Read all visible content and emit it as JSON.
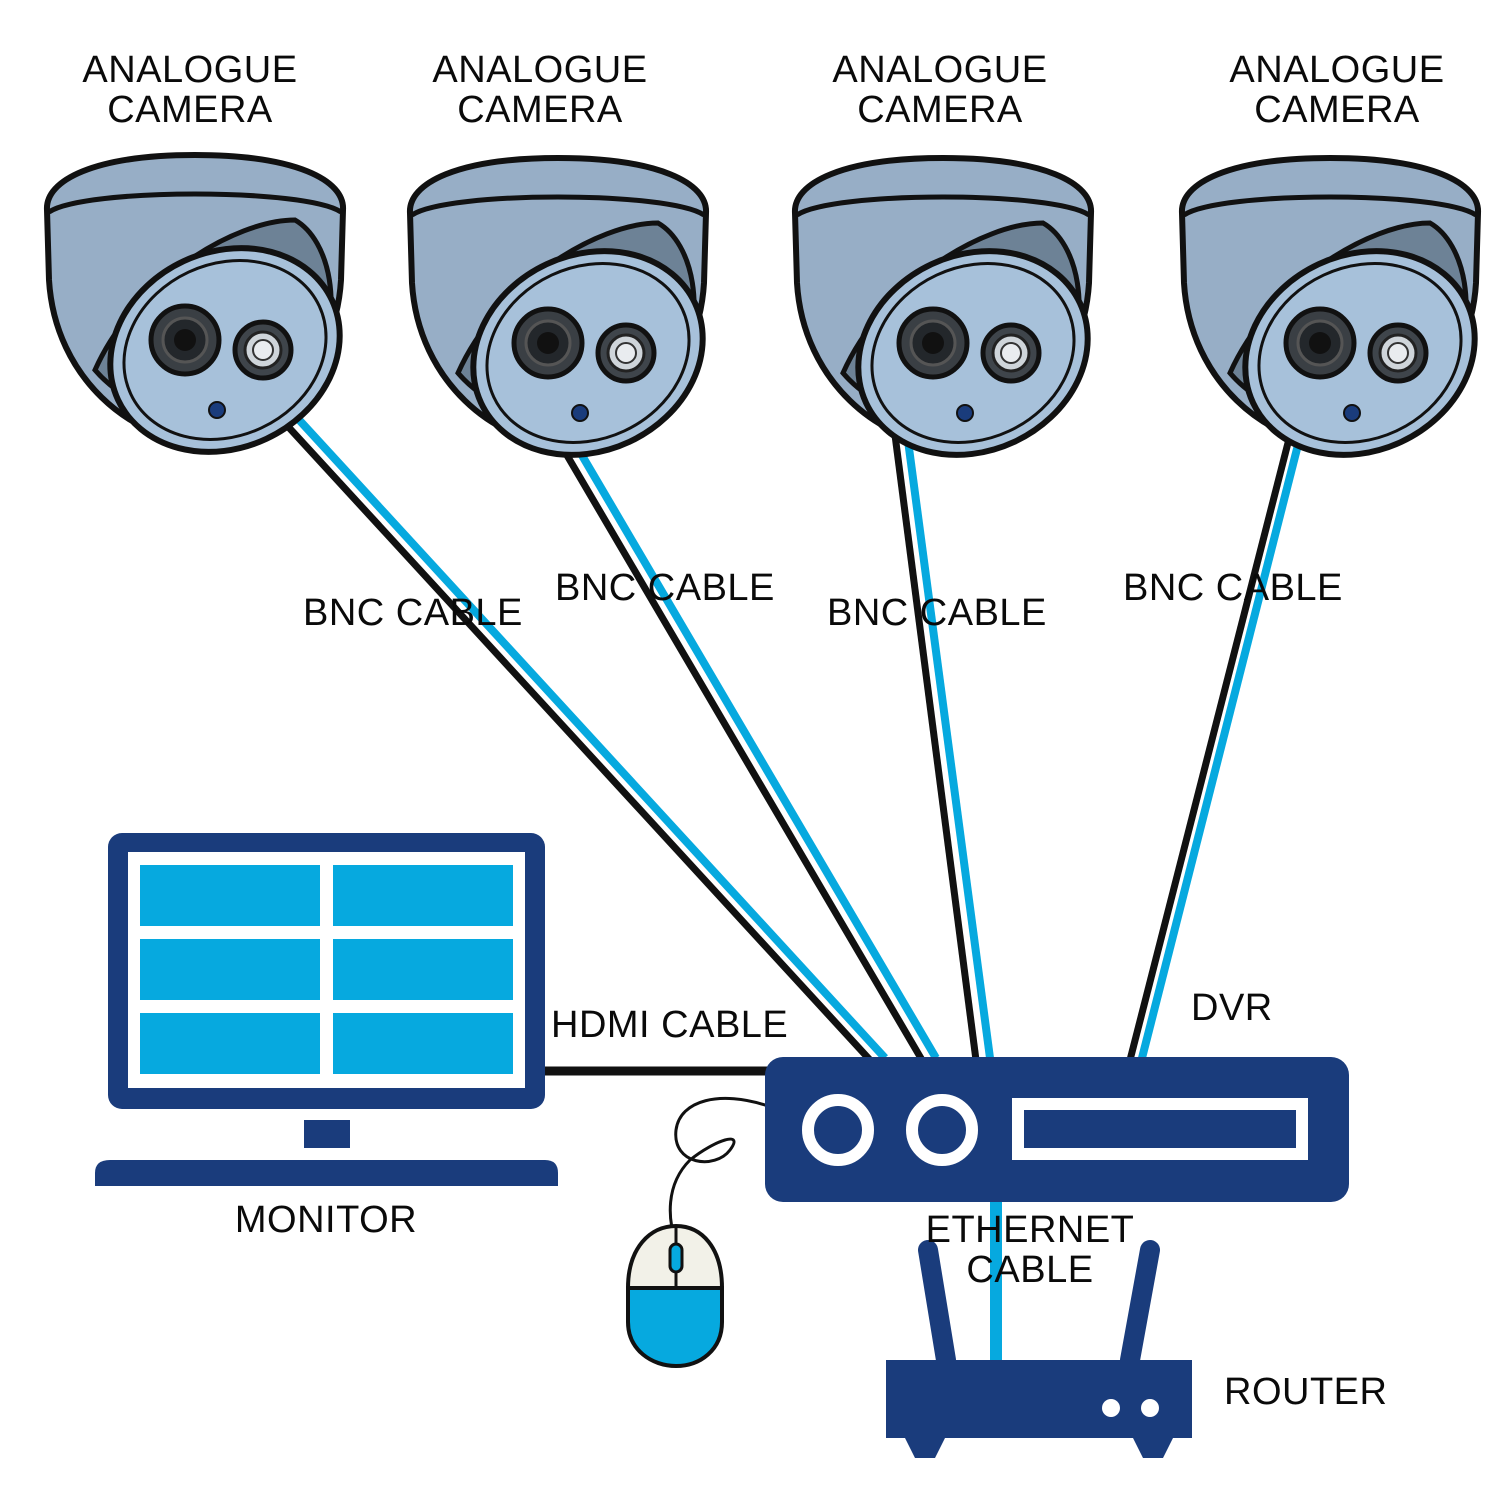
{
  "colors": {
    "navy": "#1a3c7c",
    "cyan": "#06a9df",
    "camera_shell": "#97aec6",
    "camera_face": "#a7c1da",
    "camera_shadow": "#6d8296",
    "mouse_top": "#f2f1e8",
    "outline": "#111111"
  },
  "cameras": [
    {
      "line1": "ANALOGUE",
      "line2": "CAMERA"
    },
    {
      "line1": "ANALOGUE",
      "line2": "CAMERA"
    },
    {
      "line1": "ANALOGUE",
      "line2": "CAMERA"
    },
    {
      "line1": "ANALOGUE",
      "line2": "CAMERA"
    }
  ],
  "cables": {
    "bnc": [
      "BNC CABLE",
      "BNC CABLE",
      "BNC CABLE",
      "BNC CABLE"
    ],
    "hdmi": "HDMI CABLE",
    "ethernet_line1": "ETHERNET",
    "ethernet_line2": "CABLE"
  },
  "devices": {
    "dvr": "DVR",
    "monitor": "MONITOR",
    "router": "ROUTER"
  },
  "icons": [
    "dome-camera-icon",
    "monitor-icon",
    "dvr-icon",
    "mouse-icon",
    "router-icon"
  ]
}
